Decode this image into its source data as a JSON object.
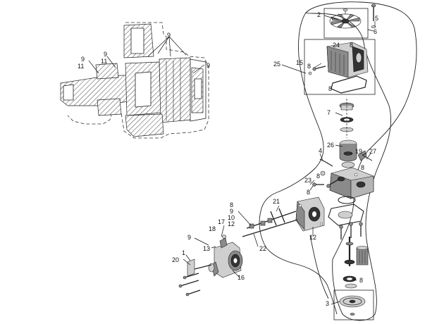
{
  "callouts": {
    "c1": "1",
    "c2": "2",
    "c3": "3",
    "c4": "4",
    "c5": "5",
    "c6": "6",
    "c7": "7",
    "c8a": "8",
    "c8b": "8",
    "c8c": "8",
    "c8d": "8",
    "c8e": "8",
    "c8f": "8",
    "c8g": "8",
    "c8h": "8",
    "c9a": "9",
    "c9b": "9",
    "c9c": "9",
    "c9d": "9",
    "c9e": "9",
    "c9f": "9",
    "c10": "10",
    "c11a": "11",
    "c11b": "11",
    "c12a": "12",
    "c12b": "12",
    "c13": "13",
    "c15": "15",
    "c16": "16",
    "c17": "17",
    "c18": "18",
    "c19": "19",
    "c20": "20",
    "c21": "21",
    "c22": "22",
    "c23": "23",
    "c24": "24",
    "c25": "25",
    "c26": "26",
    "c27": "27"
  }
}
